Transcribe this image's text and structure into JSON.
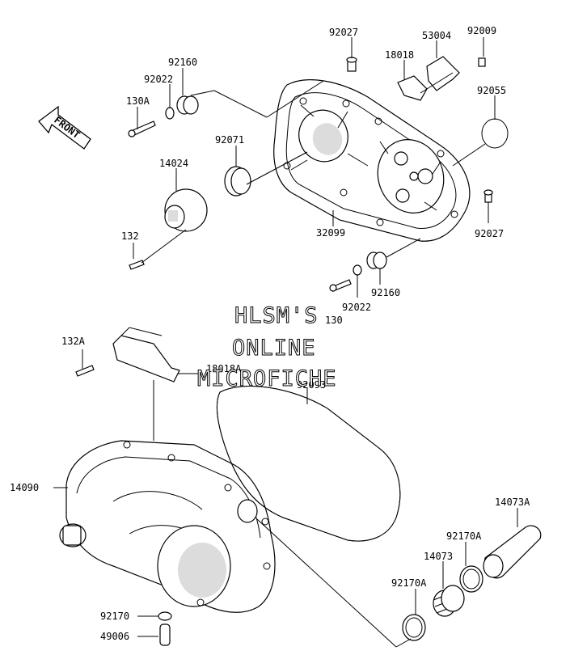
{
  "front_arrow": {
    "text": "FRONT"
  },
  "watermark": {
    "line1": "HLSM'S",
    "line2": "ONLINE",
    "line3": "MICROFICHE"
  },
  "parts": [
    {
      "id": "p92027a",
      "number": "92027"
    },
    {
      "id": "p53004",
      "number": "53004"
    },
    {
      "id": "p92009",
      "number": "92009"
    },
    {
      "id": "p18018",
      "number": "18018"
    },
    {
      "id": "p92160a",
      "number": "92160"
    },
    {
      "id": "p92022a",
      "number": "92022"
    },
    {
      "id": "p130a",
      "number": "130A"
    },
    {
      "id": "p92055",
      "number": "92055"
    },
    {
      "id": "p92071",
      "number": "92071"
    },
    {
      "id": "p14024",
      "number": "14024"
    },
    {
      "id": "p92027b",
      "number": "92027"
    },
    {
      "id": "p32099",
      "number": "32099"
    },
    {
      "id": "p132",
      "number": "132"
    },
    {
      "id": "p92160b",
      "number": "92160"
    },
    {
      "id": "p92022b",
      "number": "92022"
    },
    {
      "id": "p130",
      "number": "130"
    },
    {
      "id": "p132a",
      "number": "132A"
    },
    {
      "id": "p18018a",
      "number": "18018A"
    },
    {
      "id": "p92093",
      "number": "92093"
    },
    {
      "id": "p14090",
      "number": "14090"
    },
    {
      "id": "p14073a",
      "number": "14073A"
    },
    {
      "id": "p92170a1",
      "number": "92170A"
    },
    {
      "id": "p14073",
      "number": "14073"
    },
    {
      "id": "p92170a2",
      "number": "92170A"
    },
    {
      "id": "p92170",
      "number": "92170"
    },
    {
      "id": "p49006",
      "number": "49006"
    }
  ]
}
